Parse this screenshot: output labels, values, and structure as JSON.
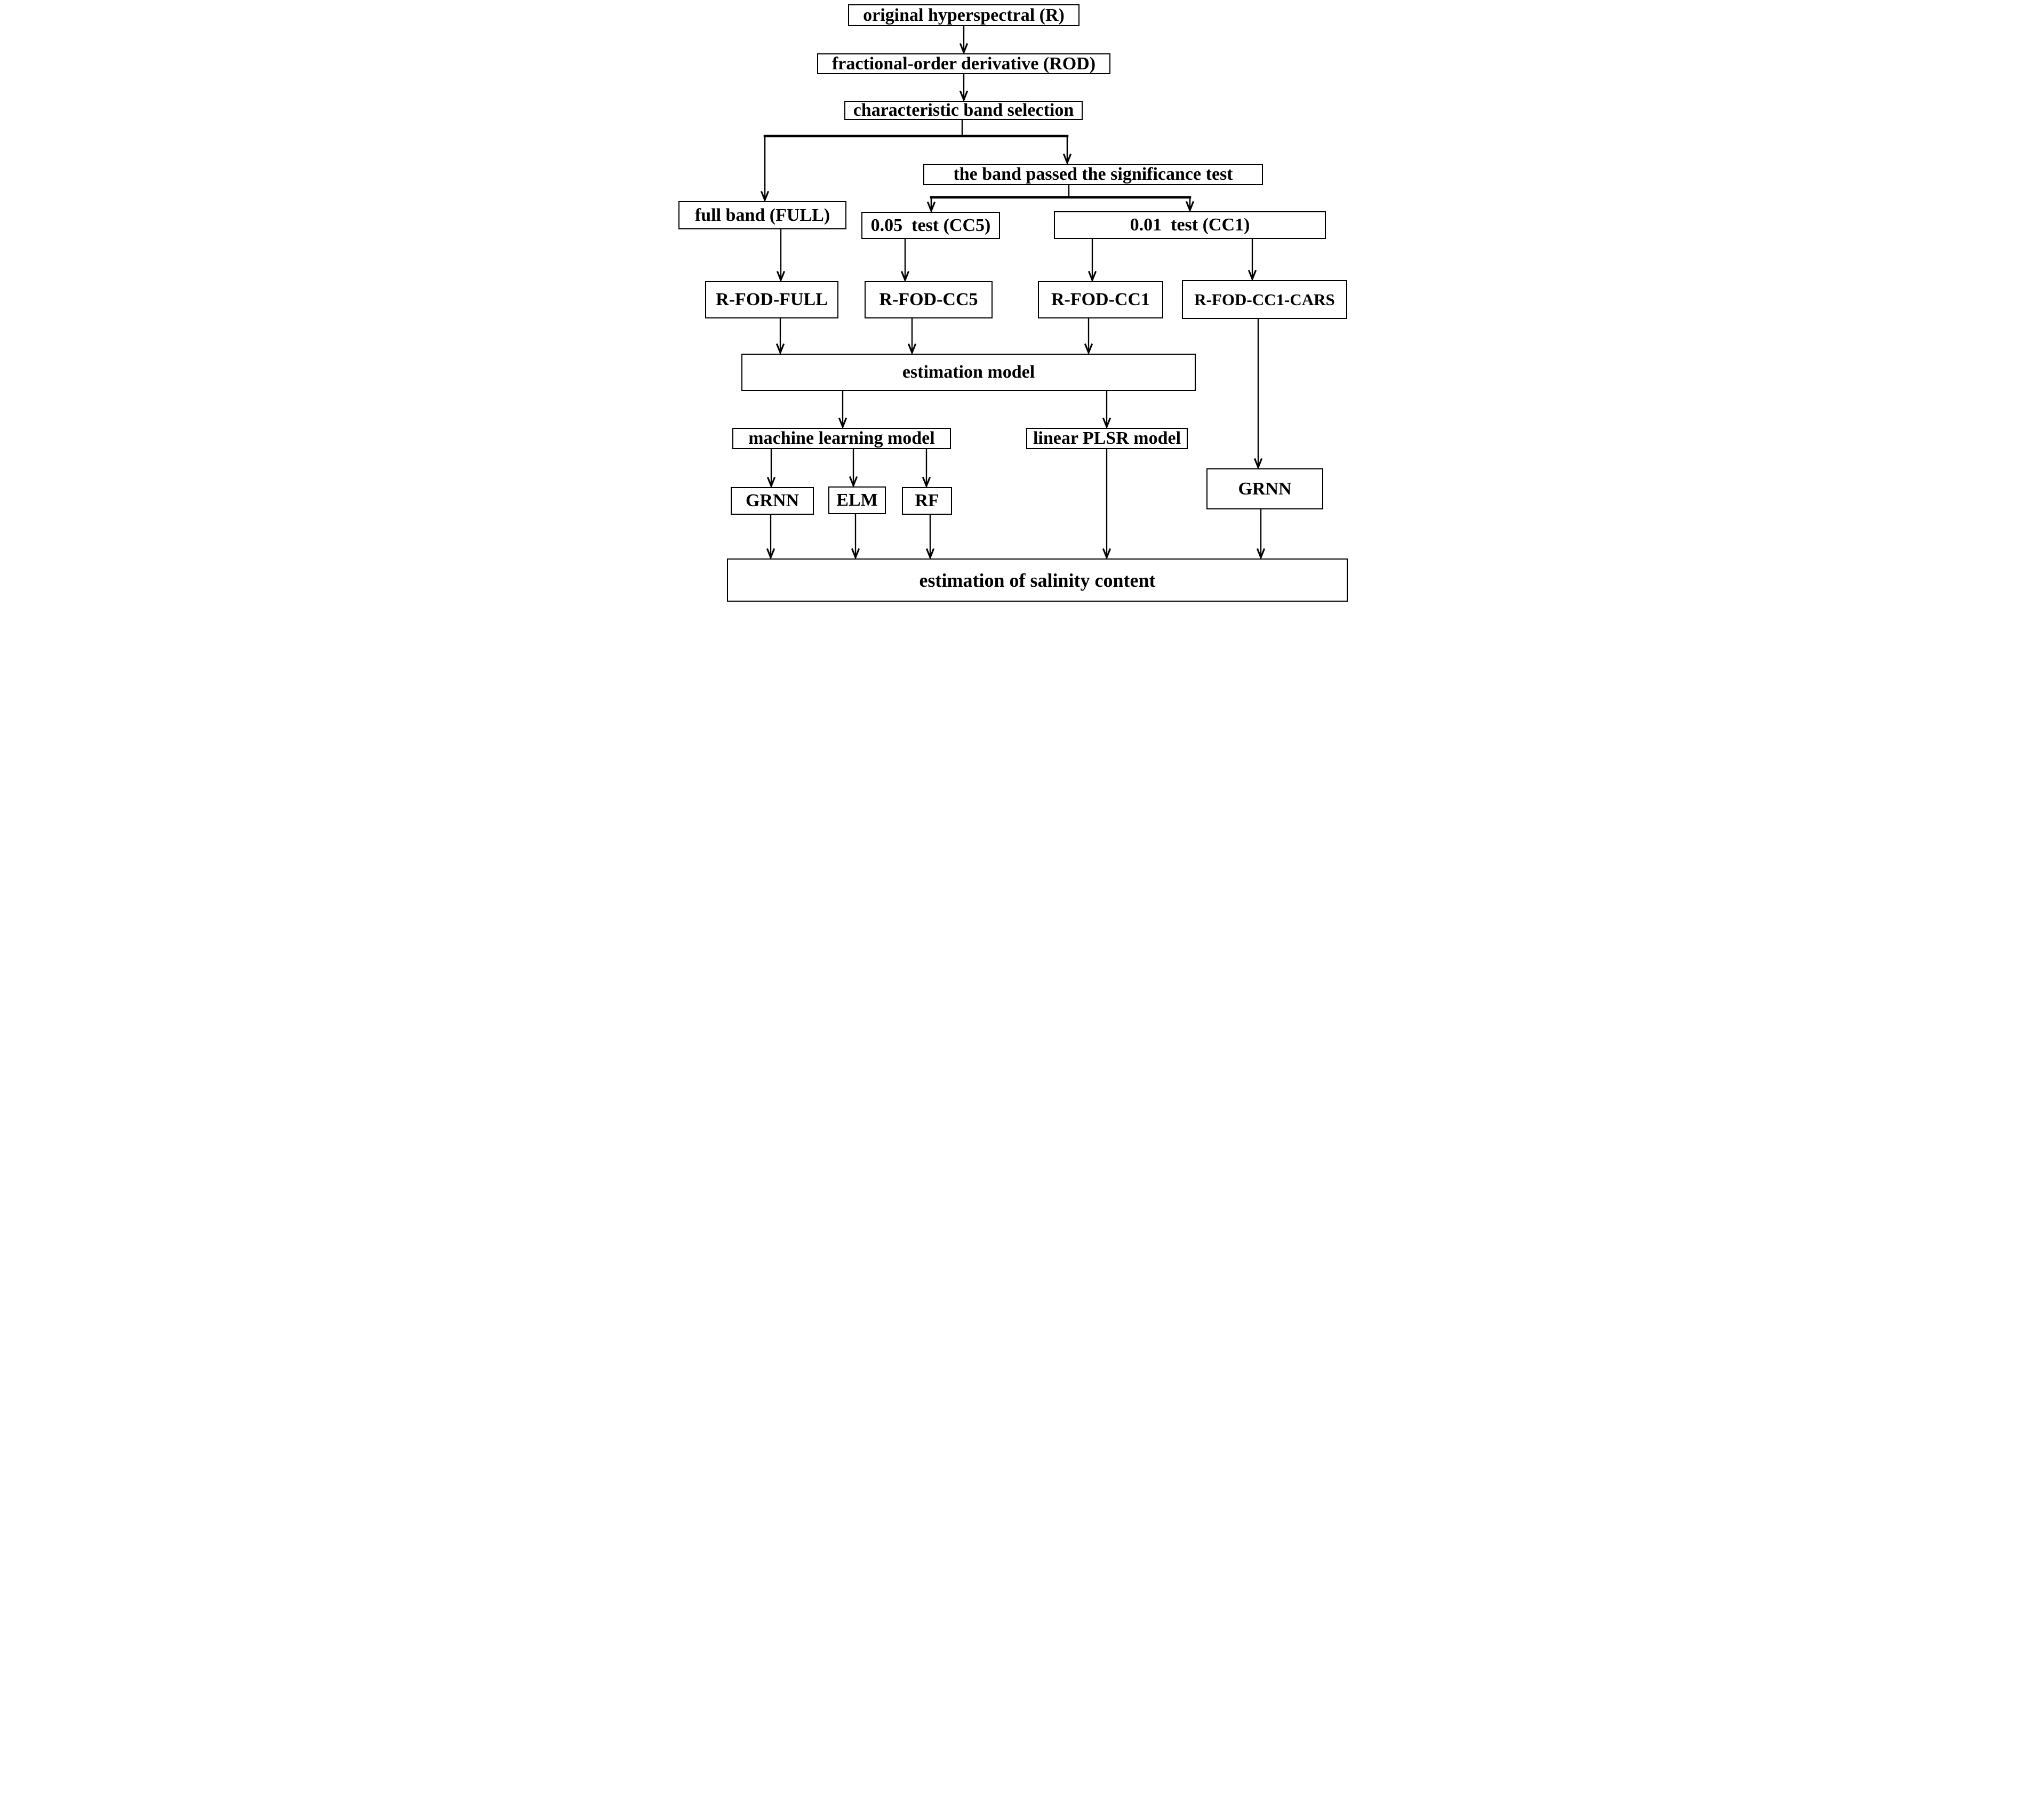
{
  "diagram": {
    "background": "#ffffff",
    "line_color": "#000000",
    "text_color": "#000000",
    "box_fill": "#ffffff"
  },
  "nodes": {
    "original": {
      "label": "original hyperspectral (R)"
    },
    "rod": {
      "label": "fractional-order derivative (ROD)"
    },
    "band_selection": {
      "label": "characteristic band selection"
    },
    "significance": {
      "label": "the band passed the significance test"
    },
    "full_band": {
      "label": "full band (FULL)"
    },
    "cc5": {
      "label": "0.05  test (CC5)"
    },
    "cc1": {
      "label": "0.01  test (CC1)"
    },
    "r_fod_full": {
      "label": "R-FOD-FULL"
    },
    "r_fod_cc5": {
      "label": "R-FOD-CC5"
    },
    "r_fod_cc1": {
      "label": "R-FOD-CC1"
    },
    "r_fod_cc1_cars": {
      "label": "R-FOD-CC1-CARS"
    },
    "estimation_model": {
      "label": "estimation model"
    },
    "ml_model": {
      "label": "machine learning model"
    },
    "plsr_model": {
      "label": "linear PLSR model"
    },
    "grnn_ml": {
      "label": "GRNN"
    },
    "elm": {
      "label": "ELM"
    },
    "rf": {
      "label": "RF"
    },
    "grnn_cars": {
      "label": "GRNN"
    },
    "salinity": {
      "label": "estimation of salinity content"
    }
  },
  "edges": [
    {
      "from": "original",
      "to": "rod"
    },
    {
      "from": "rod",
      "to": "band_selection"
    },
    {
      "from": "band_selection",
      "to": "full_band"
    },
    {
      "from": "band_selection",
      "to": "significance"
    },
    {
      "from": "significance",
      "to": "cc5"
    },
    {
      "from": "significance",
      "to": "cc1"
    },
    {
      "from": "full_band",
      "to": "r_fod_full"
    },
    {
      "from": "cc5",
      "to": "r_fod_cc5"
    },
    {
      "from": "cc1",
      "to": "r_fod_cc1"
    },
    {
      "from": "cc1",
      "to": "r_fod_cc1_cars"
    },
    {
      "from": "r_fod_full",
      "to": "estimation_model"
    },
    {
      "from": "r_fod_cc5",
      "to": "estimation_model"
    },
    {
      "from": "r_fod_cc1",
      "to": "estimation_model"
    },
    {
      "from": "estimation_model",
      "to": "ml_model"
    },
    {
      "from": "estimation_model",
      "to": "plsr_model"
    },
    {
      "from": "ml_model",
      "to": "grnn_ml"
    },
    {
      "from": "ml_model",
      "to": "elm"
    },
    {
      "from": "ml_model",
      "to": "rf"
    },
    {
      "from": "r_fod_cc1_cars",
      "to": "grnn_cars"
    },
    {
      "from": "grnn_ml",
      "to": "salinity"
    },
    {
      "from": "elm",
      "to": "salinity"
    },
    {
      "from": "rf",
      "to": "salinity"
    },
    {
      "from": "plsr_model",
      "to": "salinity"
    },
    {
      "from": "grnn_cars",
      "to": "salinity"
    }
  ]
}
